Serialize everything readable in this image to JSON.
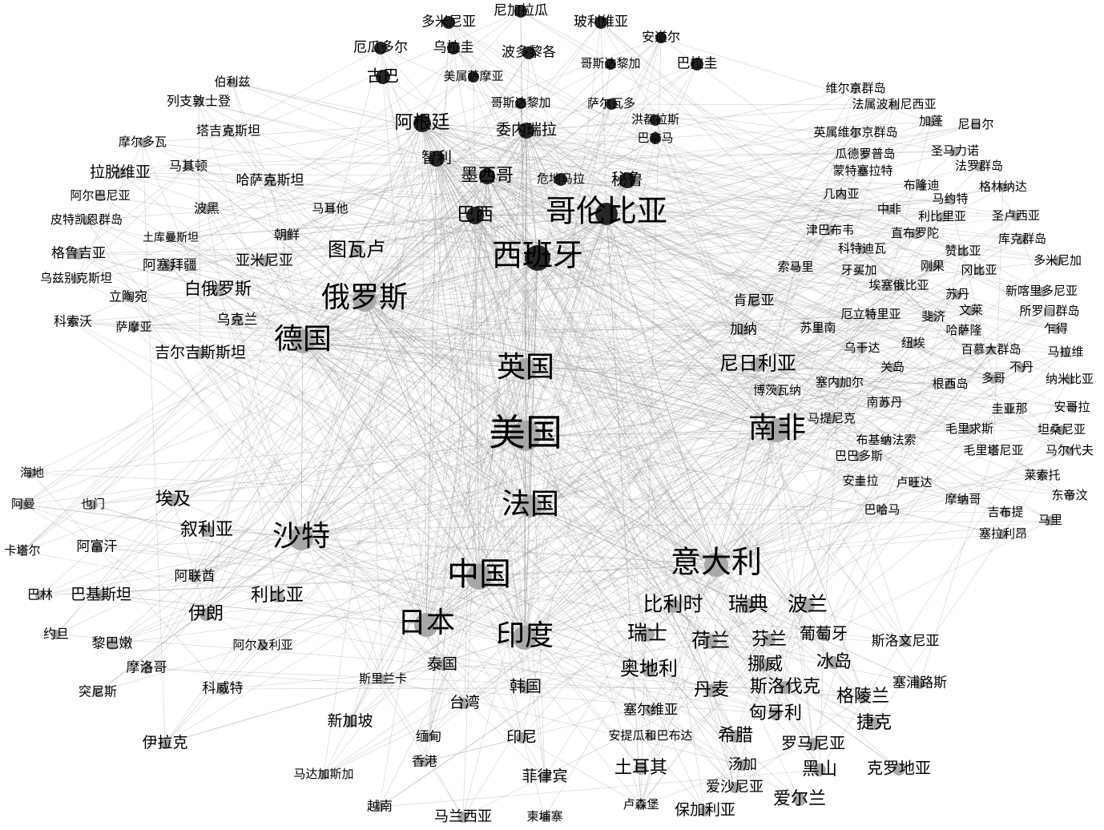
{
  "diagram": {
    "type": "country-network",
    "clusters": [
      {
        "name": "americas",
        "color": "#262626",
        "nodes": [
          {
            "id": "us",
            "label": "美国",
            "size": "xl"
          },
          {
            "id": "es",
            "label": "西班牙",
            "size": "l"
          },
          {
            "id": "co",
            "label": "哥伦比亚",
            "size": "l"
          },
          {
            "id": "br",
            "label": "巴西",
            "size": "m"
          },
          {
            "id": "mx",
            "label": "墨西哥",
            "size": "m"
          },
          {
            "id": "ar",
            "label": "阿根廷",
            "size": "m"
          },
          {
            "id": "cl",
            "label": "智利",
            "size": "m"
          },
          {
            "id": "ve",
            "label": "委内瑞拉",
            "size": "m"
          },
          {
            "id": "pe",
            "label": "秘鲁",
            "size": "m"
          },
          {
            "id": "gt",
            "label": "危地马拉",
            "size": "s"
          },
          {
            "id": "cu",
            "label": "古巴",
            "size": "m"
          },
          {
            "id": "cr1",
            "label": "哥斯达黎加",
            "size": "s"
          },
          {
            "id": "cr2",
            "label": "哥斯达黎加",
            "size": "s"
          },
          {
            "id": "sv",
            "label": "萨尔瓦多",
            "size": "s"
          },
          {
            "id": "hn",
            "label": "洪都拉斯",
            "size": "s"
          },
          {
            "id": "pa",
            "label": "巴拿马",
            "size": "s"
          },
          {
            "id": "ec",
            "label": "厄瓜多尔",
            "size": "s"
          },
          {
            "id": "uy",
            "label": "乌拉圭",
            "size": "s"
          },
          {
            "id": "do",
            "label": "多米尼亚",
            "size": "s"
          },
          {
            "id": "ni",
            "label": "尼加拉瓜",
            "size": "s"
          },
          {
            "id": "bo",
            "label": "玻利维亚",
            "size": "s"
          },
          {
            "id": "ad",
            "label": "安道尔",
            "size": "s"
          },
          {
            "id": "pr",
            "label": "波多黎各",
            "size": "s"
          },
          {
            "id": "vi",
            "label": "美属萨摩亚",
            "size": "s"
          },
          {
            "id": "py",
            "label": "巴拉圭",
            "size": "s"
          }
        ]
      },
      {
        "name": "others",
        "color": "#a8a8a8",
        "nodes": [
          {
            "id": "gb",
            "label": "英国",
            "size": "l"
          },
          {
            "id": "fr",
            "label": "法国",
            "size": "l"
          },
          {
            "id": "cn",
            "label": "中国",
            "size": "l"
          },
          {
            "id": "jp",
            "label": "日本",
            "size": "l"
          },
          {
            "id": "in",
            "label": "印度",
            "size": "l"
          },
          {
            "id": "it",
            "label": "意大利",
            "size": "l"
          },
          {
            "id": "ru",
            "label": "俄罗斯",
            "size": "l"
          },
          {
            "id": "de",
            "label": "德国",
            "size": "l"
          },
          {
            "id": "sa",
            "label": "沙特",
            "size": "l"
          },
          {
            "id": "za",
            "label": "南非",
            "size": "l"
          }
        ]
      }
    ],
    "labels": {
      "big": [
        "美国",
        "英国",
        "法国",
        "中国",
        "日本",
        "印度",
        "意大利",
        "俄罗斯",
        "德国",
        "沙特",
        "南非",
        "西班牙",
        "哥伦比亚"
      ],
      "all_text": [
        "多米尼亚",
        "尼加拉瓜",
        "玻利维亚",
        "安道尔",
        "厄瓜多尔",
        "乌拉圭",
        "波多黎各",
        "哥斯达黎加",
        "巴拉圭",
        "古巴",
        "美属萨摩亚",
        "哥斯达黎加",
        "萨尔瓦多",
        "阿根廷",
        "委内瑞拉",
        "洪都拉斯",
        "巴拿马",
        "智利",
        "墨西哥",
        "危地马拉",
        "秘鲁",
        "巴西",
        "哥伦比亚",
        "西班牙",
        "伯利兹",
        "列支敦士登",
        "塔吉克斯坦",
        "摩尔多瓦",
        "马其顿",
        "拉脱维亚",
        "哈萨克斯坦",
        "阿尔巴尼亚",
        "波黑",
        "马耳他",
        "皮特凯恩群岛",
        "土库曼斯坦",
        "朝鲜",
        "格鲁吉亚",
        "阿塞拜疆",
        "亚米尼亚",
        "图瓦卢",
        "乌兹别克斯坦",
        "白俄罗斯",
        "立陶宛",
        "俄罗斯",
        "科索沃",
        "萨摩亚",
        "乌克兰",
        "德国",
        "吉尔吉斯斯坦",
        "维尔京群岛",
        "法属波利尼西亚",
        "加蓬",
        "尼日尔",
        "英属维尔京群岛",
        "圣马力诺",
        "瓜德罗普岛",
        "法罗群岛",
        "蒙特塞拉特",
        "布隆迪",
        "格林纳达",
        "几内亚",
        "马约特",
        "中非",
        "利比里亚",
        "圣卢西亚",
        "津巴布韦",
        "直布罗陀",
        "库克群岛",
        "科特迪瓦",
        "赞比亚",
        "索马里",
        "牙买加",
        "刚果",
        "冈比亚",
        "多米尼加",
        "埃塞俄比亚",
        "苏丹",
        "新喀里多尼亚",
        "肯尼亚",
        "文莱",
        "所罗门群岛",
        "厄立特里亚",
        "斐济",
        "加纳",
        "苏里南",
        "哈萨隆",
        "乍得",
        "乌干达",
        "纽埃",
        "百慕大群岛",
        "马拉维",
        "尼日利亚",
        "关岛",
        "不丹",
        "塞内加尔",
        "根西岛",
        "多哥",
        "纳米比亚",
        "博茨瓦纳",
        "南苏丹",
        "圭亚那",
        "安哥拉",
        "马提尼克",
        "毛里求斯",
        "坦桑尼亚",
        "南非",
        "布基纳法索",
        "毛里塔尼亚",
        "马尔代夫",
        "巴巴多斯",
        "莱索托",
        "安圭拉",
        "卢旺达",
        "东帝汶",
        "摩纳哥",
        "巴哈马",
        "吉布提",
        "马里",
        "塞拉利昂",
        "英国",
        "美国",
        "法国",
        "海地",
        "阿曼",
        "也门",
        "埃及",
        "卡塔尔",
        "阿富汗",
        "叙利亚",
        "沙特",
        "阿联酋",
        "巴林",
        "巴基斯坦",
        "伊朗",
        "利比亚",
        "约旦",
        "黎巴嫩",
        "阿尔及利亚",
        "摩洛哥",
        "突尼斯",
        "科威特",
        "伊拉克",
        "中国",
        "日本",
        "印度",
        "斯里兰卡",
        "泰国",
        "台湾",
        "韩国",
        "新加坡",
        "缅甸",
        "印尼",
        "香港",
        "马达加斯加",
        "菲律宾",
        "越南",
        "马兰西亚",
        "柬埔寨",
        "意大利",
        "比利时",
        "瑞典",
        "波兰",
        "瑞士",
        "荷兰",
        "芬兰",
        "葡萄牙",
        "斯洛文尼亚",
        "奥地利",
        "挪威",
        "冰岛",
        "丹麦",
        "斯洛伐克",
        "格陵兰",
        "塞浦路斯",
        "塞尔维亚",
        "匈牙利",
        "捷克",
        "安提瓜和巴布达",
        "希腊",
        "罗马尼亚",
        "土耳其",
        "汤加",
        "黑山",
        "克罗地亚",
        "爱沙尼亚",
        "卢森堡",
        "保加利亚",
        "爱尔兰"
      ]
    }
  }
}
